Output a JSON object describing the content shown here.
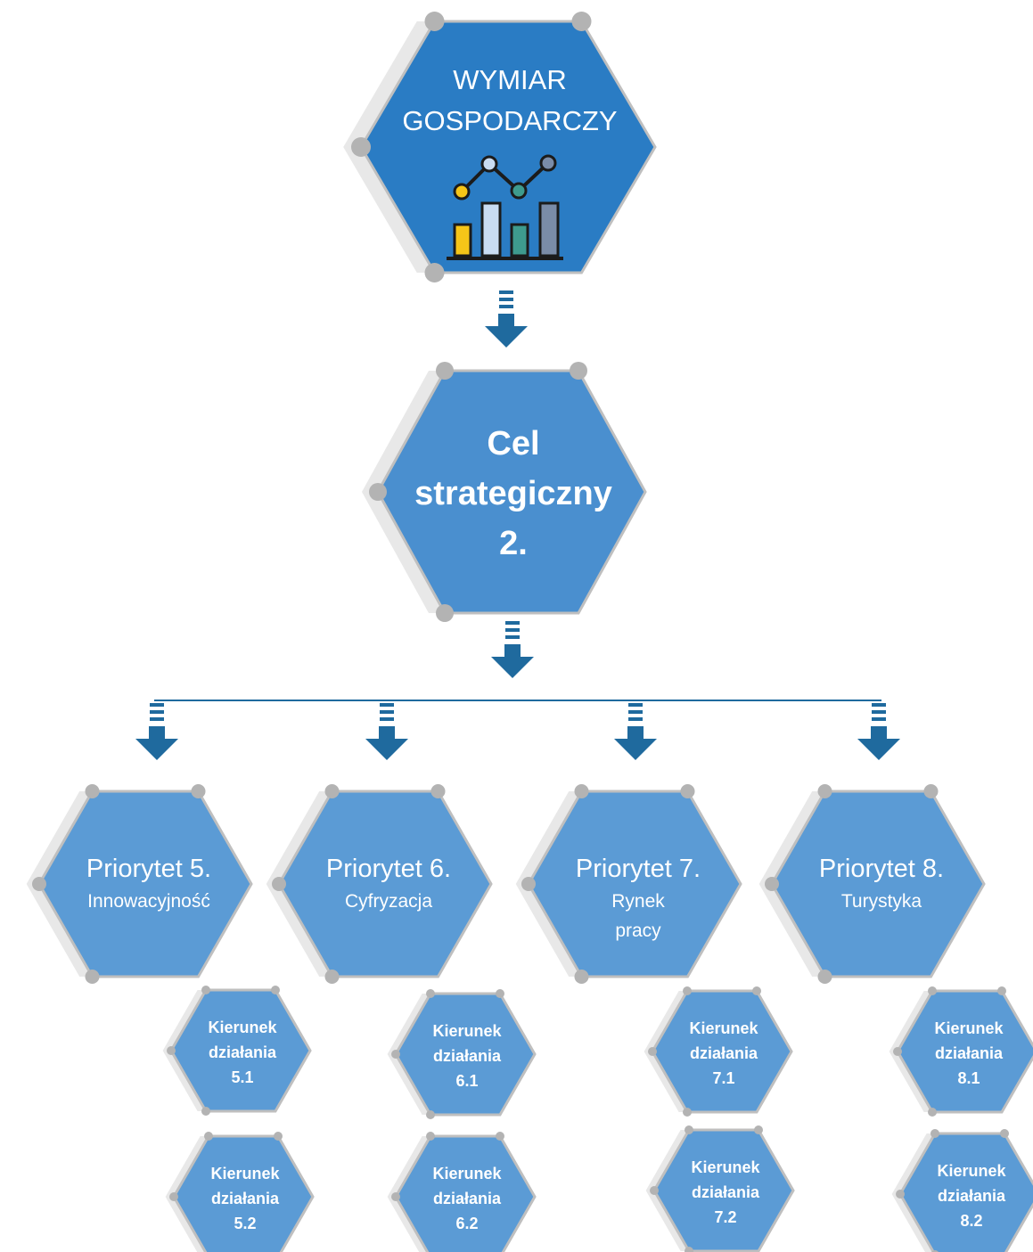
{
  "colors": {
    "top_hex": "#2a7cc4",
    "goal_hex": "#4a8fcf",
    "priority_hex": "#5b9bd5",
    "action_hex": "#5b9bd5",
    "arrow": "#1f6a9e",
    "connector_line": "#1f6a9e",
    "node_dot": "#b3b3b3",
    "shadow": "#e8e8e8",
    "border": "#bfbfbf"
  },
  "top": {
    "line1": "WYMIAR",
    "line2": "GOSPODARCZY",
    "icon": "line-and-bar-chart-icon"
  },
  "goal": {
    "line1": "Cel",
    "line2": "strategiczny",
    "line3": "2."
  },
  "priorities": [
    {
      "title": "Priorytet 5.",
      "subtitle": [
        "Innowacyjność"
      ],
      "actions": [
        [
          "Kierunek",
          "działania",
          "5.1"
        ],
        [
          "Kierunek",
          "działania",
          "5.2"
        ]
      ]
    },
    {
      "title": "Priorytet 6.",
      "subtitle": [
        "Cyfryzacja"
      ],
      "actions": [
        [
          "Kierunek",
          "działania",
          "6.1"
        ],
        [
          "Kierunek",
          "działania",
          "6.2"
        ]
      ]
    },
    {
      "title": "Priorytet 7.",
      "subtitle": [
        "Rynek",
        "pracy"
      ],
      "actions": [
        [
          "Kierunek",
          "działania",
          "7.1"
        ],
        [
          "Kierunek",
          "działania",
          "7.2"
        ]
      ]
    },
    {
      "title": "Priorytet 8.",
      "subtitle": [
        "Turystyka"
      ],
      "actions": [
        [
          "Kierunek",
          "działania",
          "8.1"
        ],
        [
          "Kierunek",
          "działania",
          "8.2"
        ]
      ]
    }
  ]
}
